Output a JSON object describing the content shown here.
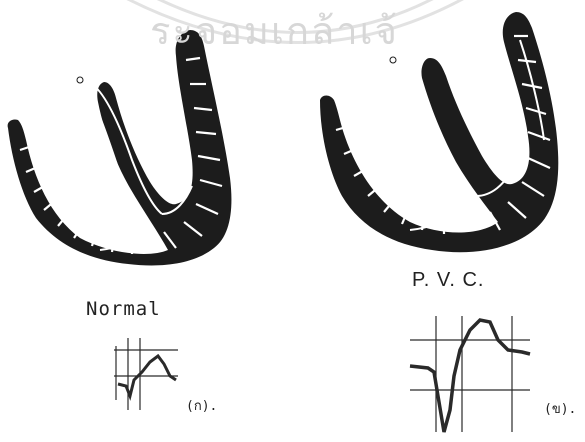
{
  "figure": {
    "watermark_text": "ระจอมเกล้าเจ้",
    "normal_label": "Normal",
    "pvc_label": "P. V. C.",
    "panel_a_label": "(ก).",
    "panel_b_label": "(ข).",
    "heart_color": "#1c1c1c",
    "trace_color": "#2a2a2a",
    "watermark_color": "#d7d7d7"
  }
}
